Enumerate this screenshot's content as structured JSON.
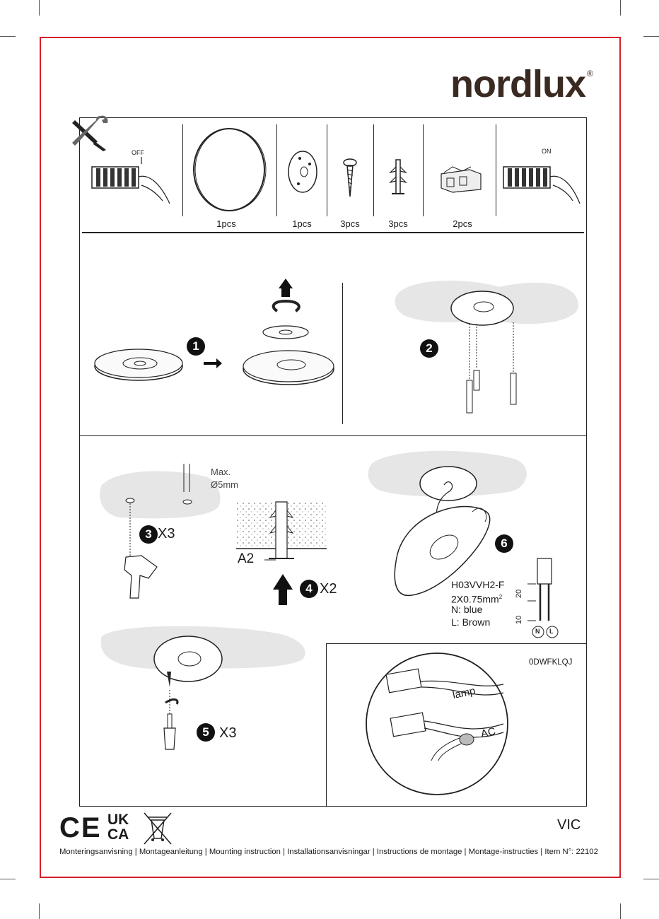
{
  "brand": {
    "name": "nordlux",
    "reg": "®"
  },
  "components": [
    {
      "qty": "1pcs"
    },
    {
      "qty": "1pcs"
    },
    {
      "qty": "3pcs"
    },
    {
      "qty": "3pcs"
    },
    {
      "qty": "2pcs"
    }
  ],
  "power": {
    "off_label": "OFF",
    "on_label": "ON"
  },
  "steps": {
    "s1": "1",
    "s2": "2",
    "s3": "3",
    "s3_mult": "X3",
    "s4": "4",
    "s4_mult": "X2",
    "s5": "5",
    "s5_mult": "X3",
    "s6": "6"
  },
  "drill": {
    "max_label": "Max.",
    "diameter": "Ø5mm"
  },
  "anchor": {
    "label": "A2"
  },
  "cable": {
    "type": "H03VVH2-F",
    "section": "2X0.75mm",
    "section_sup": "2",
    "neutral": "N: blue",
    "live": "L: Brown",
    "len_a": "20",
    "len_b": "10",
    "n": "N",
    "l": "L"
  },
  "detail": {
    "code": "0DWFKLQJ",
    "lamp": "lamp",
    "ac": "AC"
  },
  "certs": {
    "ce": "CE",
    "ukca_top": "UK",
    "ukca_bottom": "CA"
  },
  "model": "VIC",
  "footer": "Monteringsanvisning | Montageanleitung | Mounting instruction | Installationsanvisningar | Instructions de montage | Montage-instructies | Item N°: 22102"
}
